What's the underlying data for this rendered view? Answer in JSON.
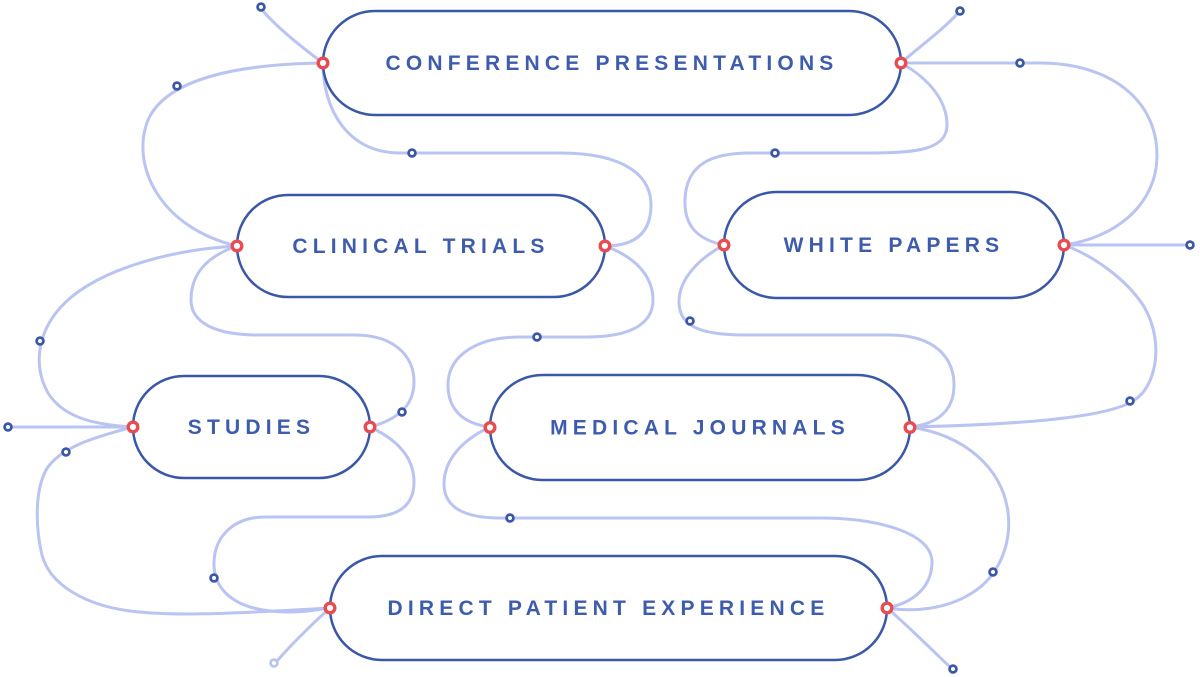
{
  "diagram": {
    "background_color": "#ffffff",
    "palette": {
      "node_border": "#3a57a8",
      "node_fill": "#ffffff",
      "node_text": "#3e5cad",
      "edge_curve": "#b9c4f2",
      "port_ring": "#e94b4f",
      "port_fill": "#ffffff",
      "dot_ring": "#3a57a8",
      "dot_ring_light": "#b9c4f2",
      "dot_fill": "#ffffff"
    },
    "nodes": [
      {
        "id": "conference-presentations",
        "label": "CONFERENCE PRESENTATIONS",
        "ports": [
          "left",
          "right"
        ]
      },
      {
        "id": "clinical-trials",
        "label": "CLINICAL TRIALS",
        "ports": [
          "left",
          "right"
        ]
      },
      {
        "id": "white-papers",
        "label": "WHITE PAPERS",
        "ports": [
          "left",
          "right"
        ]
      },
      {
        "id": "studies",
        "label": "STUDIES",
        "ports": [
          "left",
          "right"
        ]
      },
      {
        "id": "medical-journals",
        "label": "MEDICAL JOURNALS",
        "ports": [
          "left",
          "right"
        ]
      },
      {
        "id": "direct-patient-experience",
        "label": "DIRECT PATIENT EXPERIENCE",
        "ports": [
          "left",
          "right"
        ]
      }
    ],
    "connections": [
      {
        "from": "conference-presentations.left",
        "to": "loose-end"
      },
      {
        "from": "conference-presentations.left",
        "to": "clinical-trials.left"
      },
      {
        "from": "conference-presentations.left",
        "to": "clinical-trials.right"
      },
      {
        "from": "conference-presentations.right",
        "to": "loose-end"
      },
      {
        "from": "conference-presentations.right",
        "to": "white-papers.right"
      },
      {
        "from": "conference-presentations.right",
        "to": "white-papers.left"
      },
      {
        "from": "clinical-trials.right",
        "to": "medical-journals.left"
      },
      {
        "from": "clinical-trials.left",
        "to": "studies.right"
      },
      {
        "from": "clinical-trials.left",
        "to": "studies.left"
      },
      {
        "from": "studies.left",
        "to": "loose-end"
      },
      {
        "from": "studies.left",
        "to": "direct-patient-experience.left"
      },
      {
        "from": "studies.right",
        "to": "direct-patient-experience.left"
      },
      {
        "from": "medical-journals.left",
        "to": "direct-patient-experience.right"
      },
      {
        "from": "medical-journals.right",
        "to": "direct-patient-experience.right"
      },
      {
        "from": "white-papers.left",
        "to": "medical-journals.right"
      },
      {
        "from": "white-papers.right",
        "to": "medical-journals.right"
      },
      {
        "from": "white-papers.right",
        "to": "loose-end"
      },
      {
        "from": "direct-patient-experience.left",
        "to": "loose-end"
      },
      {
        "from": "direct-patient-experience.right",
        "to": "loose-end"
      }
    ]
  }
}
